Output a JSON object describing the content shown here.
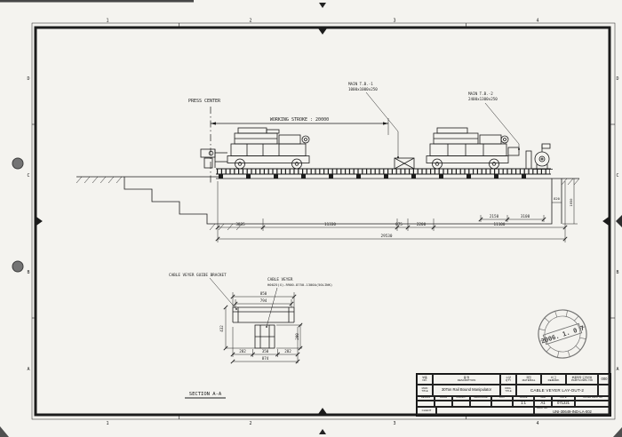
{
  "sheet": {
    "zones_rows": [
      "D",
      "C",
      "B",
      "A"
    ],
    "zones_cols": [
      "1",
      "2",
      "3",
      "4"
    ]
  },
  "annotations": {
    "press_center": "PRESS CENTER",
    "working_stroke": "WORKING STROKE : 20000",
    "main_tb1_l1": "MAIN T.B.-1",
    "main_tb1_l2": "1000x1000x250",
    "main_tb2_l1": "MAIN T.B.-2",
    "main_tb2_l2": "2400x1300x250",
    "cable_bracket": "CABLE VEYER GUIDE BRACKET",
    "cable_veyer_l1": "CABLE VEYER",
    "cable_veyer_l2": "H0025(X)-R900-8750-1300A(50LINK)",
    "section": "SECTION A-A"
  },
  "dims": {
    "main": {
      "d1": "3835",
      "d2": "11330",
      "d3": "875",
      "d4": "2200",
      "d5": "11100",
      "total": "29530",
      "d6": "2150",
      "d7": "3100",
      "wall": "820",
      "depth": "1650"
    },
    "detail": {
      "w1": "850",
      "w2": "794",
      "h1": "432",
      "h2": "200",
      "b1": "282",
      "b2": "350",
      "b3": "282",
      "total": "874"
    }
  },
  "title_block": {
    "col_headers": [
      {
        "kr": "부품",
        "en": "NO."
      },
      {
        "kr": "품 명",
        "en": "DESCRIPTION"
      },
      {
        "kr": "수량",
        "en": "QTY"
      },
      {
        "kr": "재질",
        "en": "MATERIAL"
      },
      {
        "kr": "비 고",
        "en": "REMARK"
      },
      {
        "kr": "부품제작 도면번호",
        "en": "PARTS DWG. NO"
      }
    ],
    "sheet_no": "000",
    "main_title_label": {
      "l1": "MAIN",
      "l2": "TITLE"
    },
    "main_title": "30Ton Rail Bound Manipulator",
    "dwg_title_label": {
      "l1": "DWG.",
      "l2": "TITLE"
    },
    "dwg_title": "CABLE VEYER LAY-OUT-2",
    "sign_headers": [
      "DESIGN",
      "DRAW",
      "INSPECT",
      "REGULARIZE"
    ],
    "meta": {
      "unit_label": "UNIT",
      "unit": "",
      "scale_label": "SCALE",
      "scale": "1:1",
      "size_label": "SIZE",
      "size": "A1",
      "date_label": "DATE",
      "date": "071221",
      "upper_label": "UPPER DWG. NO",
      "upper": ""
    },
    "client_label": "CLIENT",
    "dwg_no_label": "DWG. NO",
    "dwg_no": "UNI-30649-IND-LA-002"
  },
  "stamp": {
    "date": "2006. 1. 0 7"
  }
}
